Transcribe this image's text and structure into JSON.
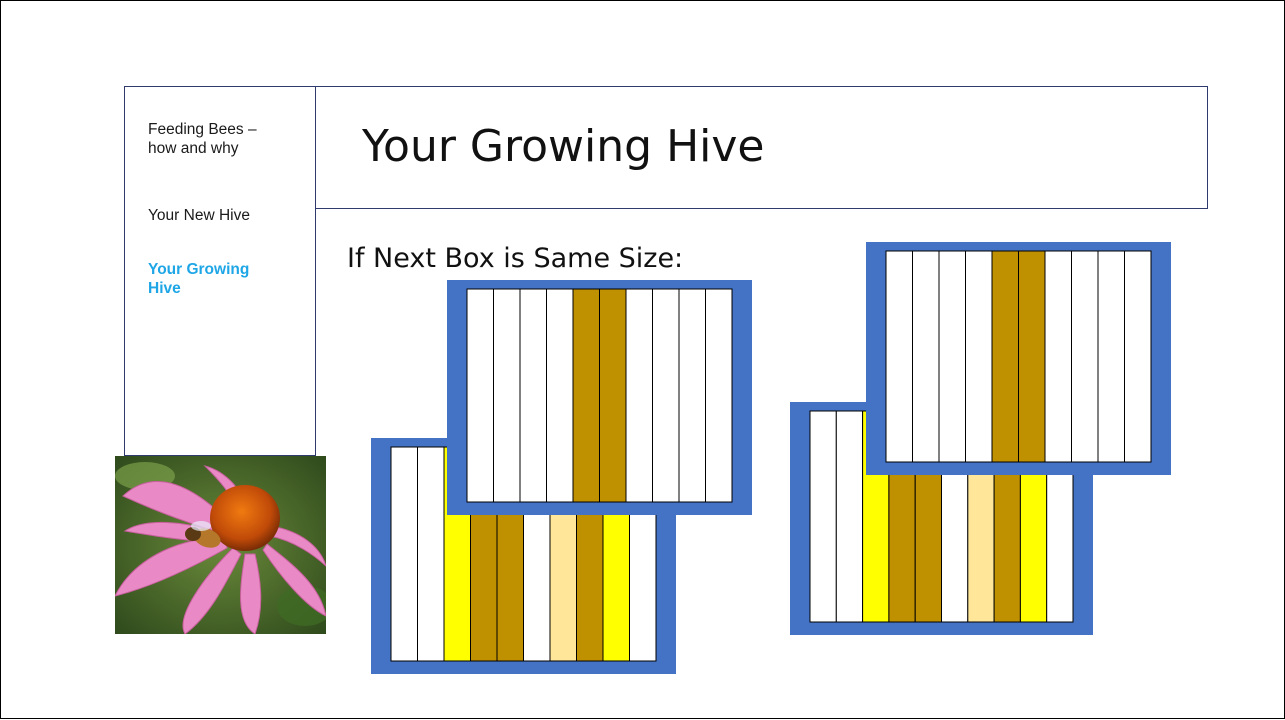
{
  "sidebar": {
    "items": [
      {
        "label_line1": "Feeding Bees –",
        "label_line2": "how and why",
        "active": false
      },
      {
        "label_line1": "Your New Hive",
        "label_line2": "",
        "active": false
      },
      {
        "label_line1": "Your Growing",
        "label_line2": "Hive",
        "active": true
      }
    ]
  },
  "title": "Your Growing Hive",
  "subtitle": "If Next Box is Same Size:",
  "colors": {
    "box_blue": "#4472c4",
    "frame_empty": "#ffffff",
    "frame_brood": "#bf9000",
    "frame_honey": "#ffff00",
    "frame_pollen": "#ffe699",
    "active_nav": "#1ea6e6"
  },
  "illustration": {
    "description_icon": "bee-on-coneflower-photo",
    "hives": [
      {
        "name": "hive-left",
        "bottom_box_frames": [
          "empty",
          "empty",
          "honey",
          "brood",
          "brood",
          "empty",
          "pollen",
          "brood",
          "honey",
          "empty"
        ],
        "top_box_frames": [
          "empty",
          "empty",
          "empty",
          "empty",
          "brood",
          "brood",
          "empty",
          "empty",
          "empty",
          "empty"
        ]
      },
      {
        "name": "hive-right",
        "bottom_box_frames": [
          "empty",
          "empty",
          "honey",
          "brood",
          "brood",
          "empty",
          "pollen",
          "brood",
          "honey",
          "empty"
        ],
        "top_box_frames": [
          "empty",
          "empty",
          "empty",
          "empty",
          "brood",
          "brood",
          "empty",
          "empty",
          "empty",
          "empty"
        ]
      }
    ]
  }
}
